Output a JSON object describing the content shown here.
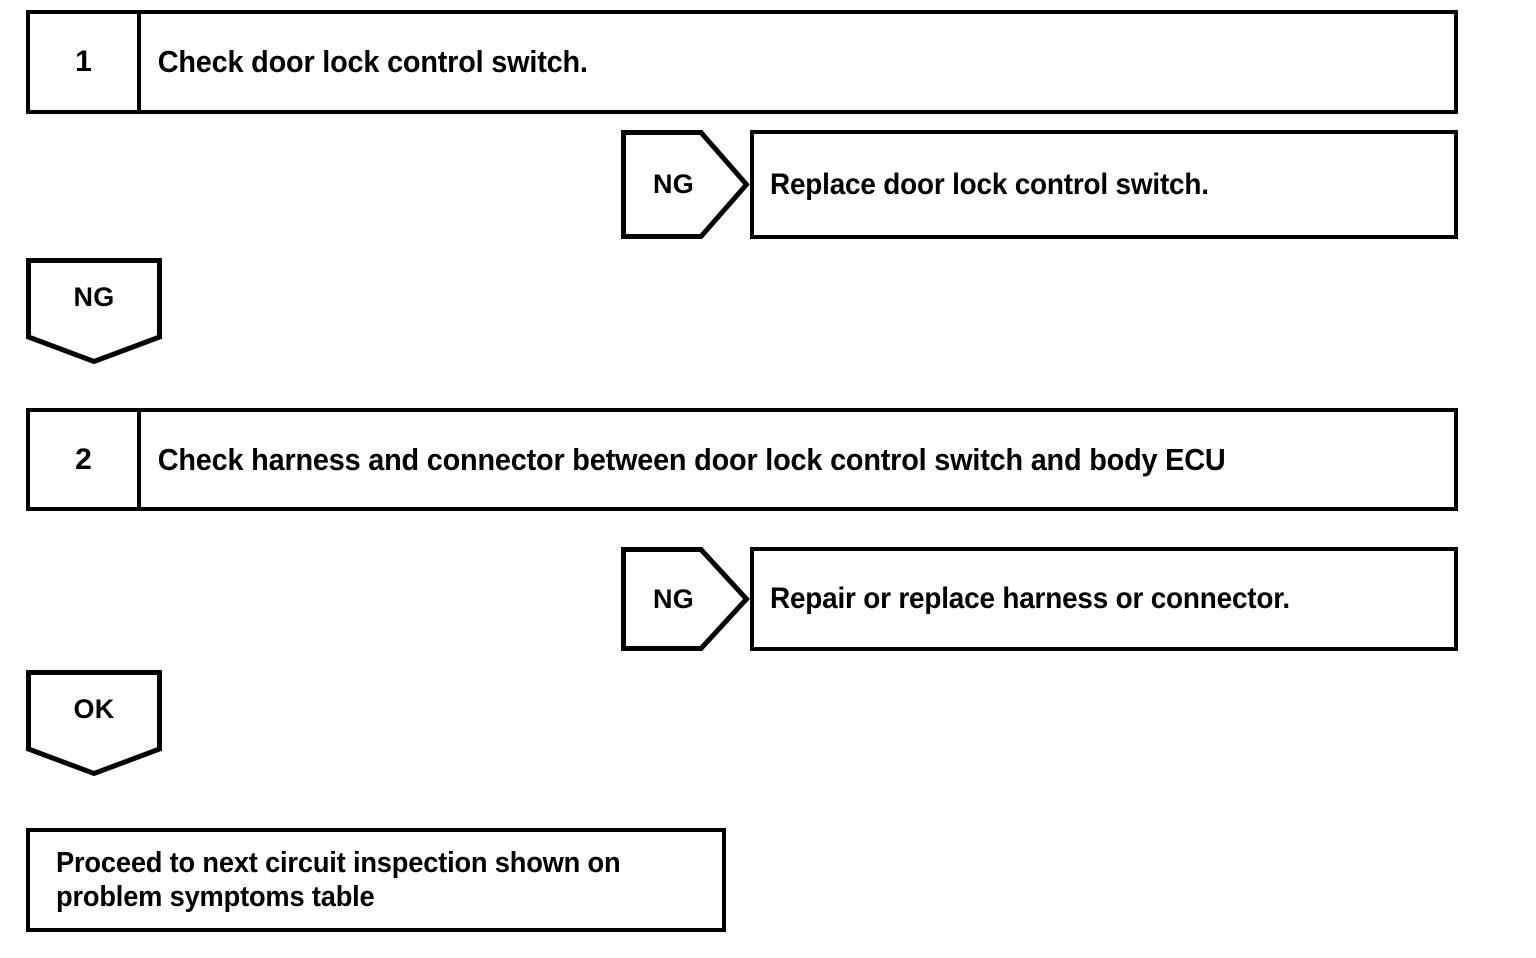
{
  "document": {
    "type": "troubleshooting-flowchart",
    "background_color": "#ffffff",
    "line_color": "#000000"
  },
  "steps": [
    {
      "number": "1",
      "text": "Check door lock control switch.",
      "branch": {
        "label": "NG",
        "direction": "right",
        "result": "Replace door lock control switch."
      },
      "continue": {
        "label": "NG",
        "direction": "down"
      }
    },
    {
      "number": "2",
      "text": "Check harness and connector between door lock control switch and body ECU",
      "branch": {
        "label": "NG",
        "direction": "right",
        "result": "Repair or replace harness or connector."
      },
      "continue": {
        "label": "OK",
        "direction": "down"
      }
    }
  ],
  "terminal": {
    "line1": "Proceed to next circuit inspection shown on",
    "line2": "problem symptoms table"
  }
}
